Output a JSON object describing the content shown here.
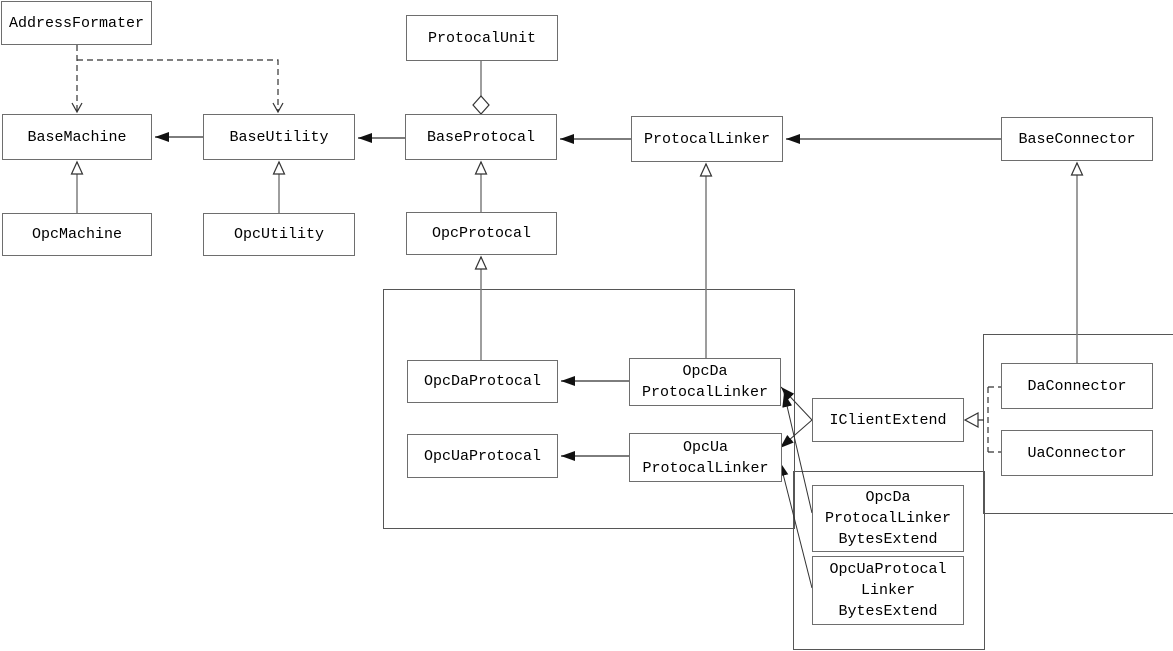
{
  "diagram": {
    "kind": "uml-class-diagram",
    "colors": {
      "background": "#ffffff",
      "box_border": "#6e6e6e",
      "group_border": "#565656",
      "association_line": "#7d7d7d",
      "dependency_line": "#333333",
      "arrowhead_fill": "#111111",
      "text": "#000000"
    },
    "nodes": {
      "address_formater": {
        "label": "AddressFormater"
      },
      "protocal_unit": {
        "label": "ProtocalUnit"
      },
      "base_machine": {
        "label": "BaseMachine"
      },
      "base_utility": {
        "label": "BaseUtility"
      },
      "base_protocal": {
        "label": "BaseProtocal"
      },
      "protocal_linker": {
        "label": "ProtocalLinker"
      },
      "base_connector": {
        "label": "BaseConnector"
      },
      "opc_machine": {
        "label": "OpcMachine"
      },
      "opc_utility": {
        "label": "OpcUtility"
      },
      "opc_protocal": {
        "label": "OpcProtocal"
      },
      "opc_da_protocal": {
        "label": "OpcDaProtocal"
      },
      "opc_da_protocal_linker": {
        "label": "OpcDa\nProtocalLinker"
      },
      "opc_ua_protocal": {
        "label": "OpcUaProtocal"
      },
      "opc_ua_protocal_linker": {
        "label": "OpcUa\nProtocalLinker"
      },
      "i_client_extend": {
        "label": "IClientExtend"
      },
      "da_connector": {
        "label": "DaConnector"
      },
      "ua_connector": {
        "label": "UaConnector"
      },
      "opc_da_protocal_linker_bytes_extend": {
        "label": "OpcDa\nProtocalLinker\nBytesExtend"
      },
      "opc_ua_protocal_linker_bytes_extend": {
        "label": "OpcUaProtocal\nLinker\nBytesExtend"
      }
    },
    "relationships": [
      {
        "from": "AddressFormater",
        "to": "BaseMachine",
        "type": "dependency-dashed-open-arrow"
      },
      {
        "from": "AddressFormater",
        "to": "BaseUtility",
        "type": "dependency-dashed-open-arrow"
      },
      {
        "from": "BaseUtility",
        "to": "BaseMachine",
        "type": "association-filled-arrow"
      },
      {
        "from": "BaseProtocal",
        "to": "BaseUtility",
        "type": "association-filled-arrow"
      },
      {
        "from": "ProtocalLinker",
        "to": "BaseProtocal",
        "type": "association-filled-arrow"
      },
      {
        "from": "BaseConnector",
        "to": "ProtocalLinker",
        "type": "association-filled-arrow"
      },
      {
        "from": "ProtocalUnit",
        "to": "BaseProtocal",
        "type": "aggregation-open-diamond"
      },
      {
        "from": "OpcMachine",
        "to": "BaseMachine",
        "type": "generalization-hollow-triangle"
      },
      {
        "from": "OpcUtility",
        "to": "BaseUtility",
        "type": "generalization-hollow-triangle"
      },
      {
        "from": "OpcProtocal",
        "to": "BaseProtocal",
        "type": "generalization-hollow-triangle"
      },
      {
        "from": "OpcDaProtocal",
        "to": "OpcProtocal",
        "type": "generalization-hollow-triangle"
      },
      {
        "from": "OpcDaProtocalLinker",
        "to": "ProtocalLinker",
        "type": "generalization-hollow-triangle"
      },
      {
        "from": "DaConnector",
        "to": "BaseConnector",
        "type": "generalization-hollow-triangle"
      },
      {
        "from": "OpcDaProtocalLinker",
        "to": "OpcDaProtocal",
        "type": "association-filled-arrow"
      },
      {
        "from": "OpcUaProtocalLinker",
        "to": "OpcUaProtocal",
        "type": "association-filled-arrow"
      },
      {
        "from": "IClientExtend",
        "to": "OpcDaProtocalLinker",
        "type": "association-filled-arrow"
      },
      {
        "from": "IClientExtend",
        "to": "OpcUaProtocalLinker",
        "type": "association-filled-arrow"
      },
      {
        "from": "OpcDaProtocalLinkerBytesExtend",
        "to": "OpcDaProtocalLinker",
        "type": "association-filled-arrow"
      },
      {
        "from": "OpcUaProtocalLinkerBytesExtend",
        "to": "OpcUaProtocalLinker",
        "type": "association-filled-arrow"
      },
      {
        "from": "DaConnector",
        "to": "IClientExtend",
        "type": "realization-dashed-hollow-triangle"
      },
      {
        "from": "UaConnector",
        "to": "IClientExtend",
        "type": "realization-dashed-hollow-triangle"
      }
    ]
  }
}
